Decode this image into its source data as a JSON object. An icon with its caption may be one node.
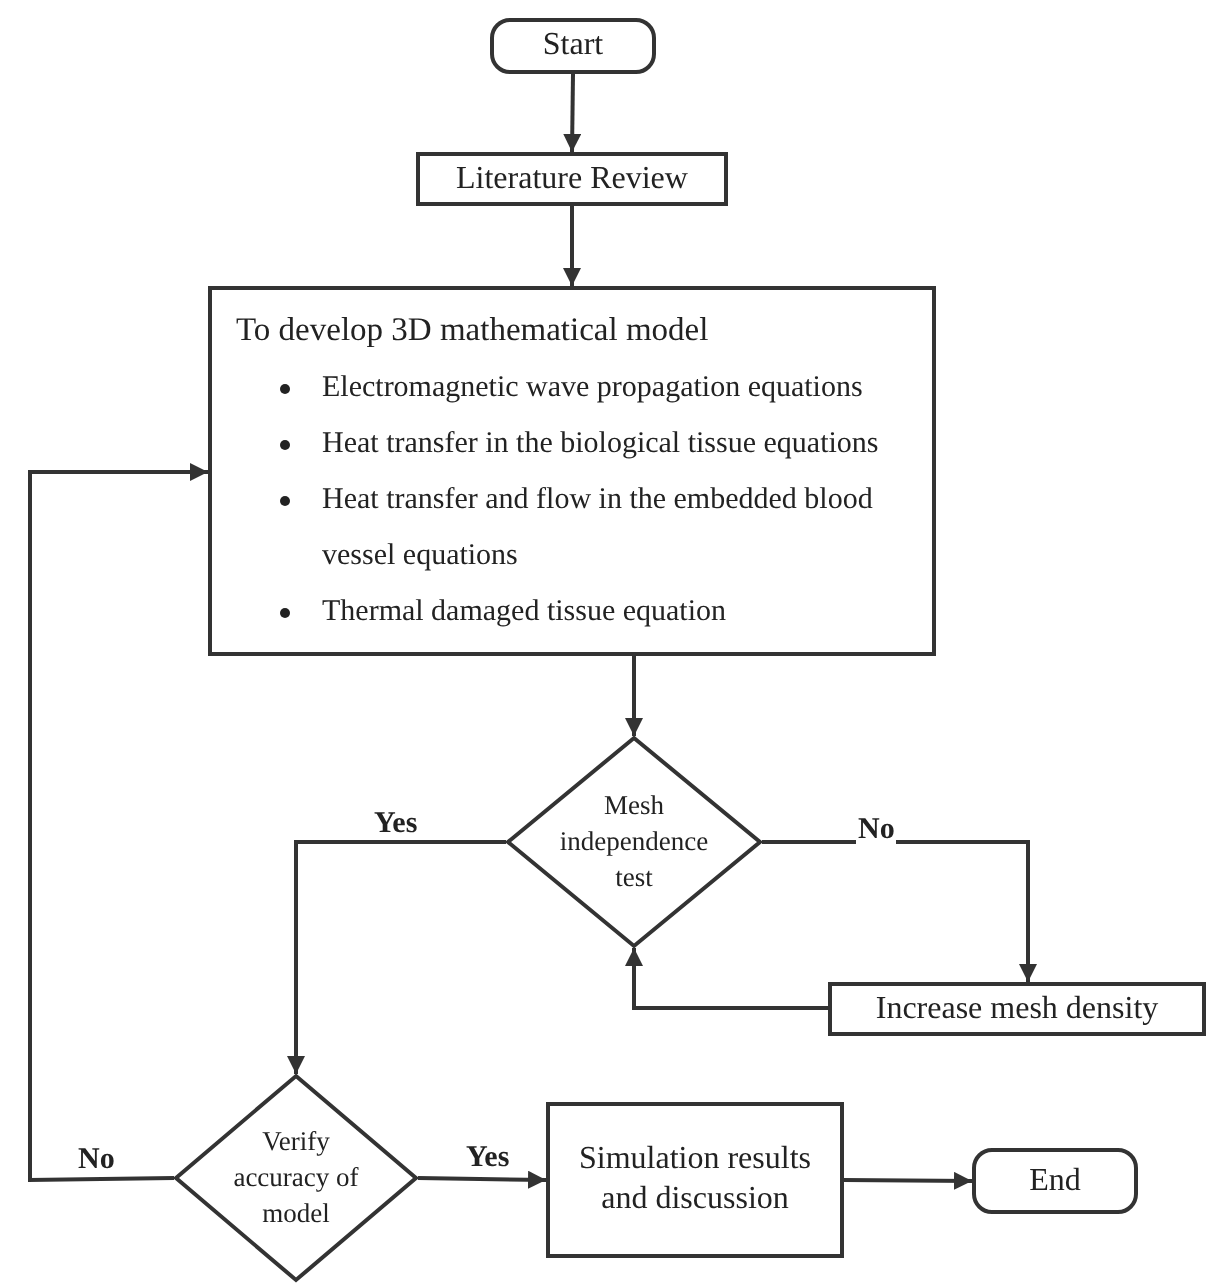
{
  "diagram": {
    "nodes": [
      {
        "text": [
          "Start"
        ]
      },
      {
        "text": [
          "Literature Review"
        ]
      },
      {
        "text": [
          "To develop 3D mathematical model",
          "Electromagnetic wave propagation equations",
          "Heat transfer in the biological tissue equations",
          "Heat transfer and flow in the embedded blood vessel equations",
          "Thermal damaged tissue equation"
        ]
      },
      {
        "text": [
          "Mesh independence test"
        ]
      },
      {
        "text": [
          "Increase mesh density"
        ]
      },
      {
        "text": [
          "Verify accuracy of model"
        ]
      },
      {
        "text": [
          "Simulation results and discussion"
        ]
      },
      {
        "text": [
          "End"
        ]
      }
    ],
    "edges": [
      {
        "from": 0,
        "to": 1,
        "arrow": "to"
      },
      {
        "from": 1,
        "to": 2,
        "arrow": "to"
      },
      {
        "from": 2,
        "to": 3,
        "arrow": "to"
      },
      {
        "from": 3,
        "to": 4,
        "arrow": "to",
        "label": "No"
      },
      {
        "from": 4,
        "to": 3,
        "arrow": "to"
      },
      {
        "from": 3,
        "to": 5,
        "arrow": "to",
        "label": "Yes"
      },
      {
        "from": 5,
        "to": 2,
        "arrow": "to",
        "label": "No"
      },
      {
        "from": 5,
        "to": 6,
        "arrow": "to",
        "label": "Yes"
      },
      {
        "from": 6,
        "to": 7,
        "arrow": "to"
      }
    ]
  }
}
